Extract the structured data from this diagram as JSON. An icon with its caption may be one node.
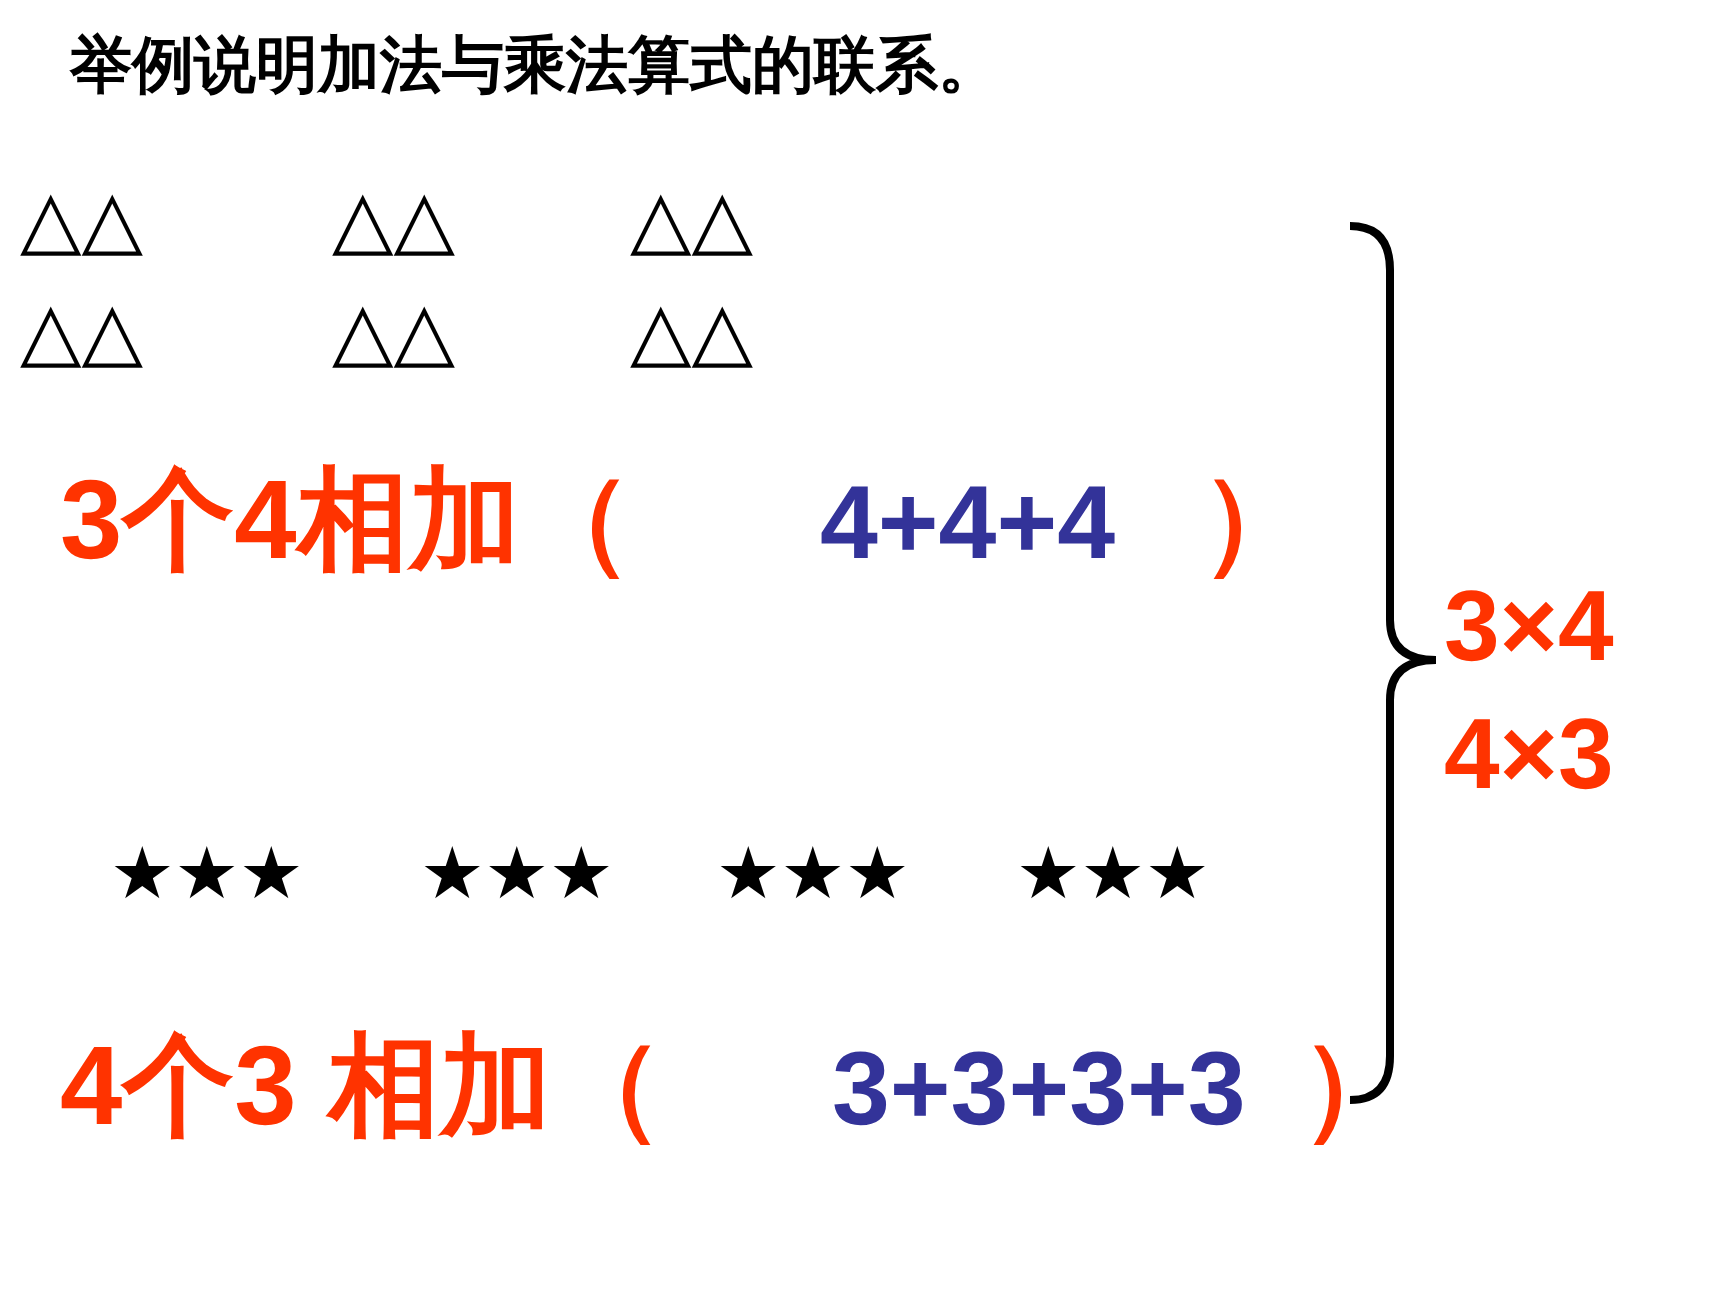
{
  "diagram": {
    "title": "举例说明加法与乘法算式的联系。",
    "labels": [
      "△△",
      "△△",
      "△△",
      "△△",
      "△△",
      "△△",
      "3个4相加（",
      "4+4+4",
      "）",
      "★★★",
      "★★★",
      "★★★",
      "★★★",
      "4个3 相加（",
      "3+3+3+3",
      "）",
      "3×4",
      "4×3"
    ]
  }
}
